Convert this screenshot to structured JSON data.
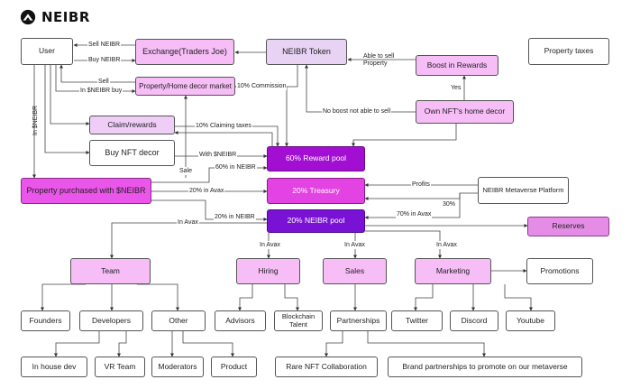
{
  "brand": {
    "name": "NEIBR",
    "logo_icon": "mountain-logo-icon"
  },
  "nodes": {
    "user": "User",
    "exchange": "Exchange(Traders Joe)",
    "neibr_token": "NEIBR Token",
    "boost_rewards": "Boost in Rewards",
    "property_taxes": "Property taxes",
    "property_market": "Property/Home decor market",
    "claim_rewards": "Claim/rewards",
    "own_nft": "Own NFT's home decor",
    "buy_nft": "Buy NFT decor",
    "reward_pool": "60% Reward pool",
    "property_purchased": "Property purchased with $NEIBR",
    "treasury": "20% Treasury",
    "metaverse": "NEIBR Metaverse Platform",
    "neibr_pool": "20% NEIBR pool",
    "reserves": "Reserves",
    "team": "Team",
    "hiring": "Hiring",
    "sales": "Sales",
    "marketing": "Marketing",
    "promotions": "Promotions",
    "founders": "Founders",
    "developers": "Developers",
    "other": "Other",
    "advisors": "Advisors",
    "blockchain_talent": "Blockchain Talent",
    "partnerships": "Partnerships",
    "twitter": "Twitter",
    "discord": "Discord",
    "youtube": "Youtube",
    "in_house_dev": "In house dev",
    "vr_team": "VR Team",
    "moderators": "Moderators",
    "product": "Product",
    "rare_nft": "Rare NFT Collaboration",
    "brand_partnerships": "Brand partnerships to promote on our metaverse"
  },
  "edges": {
    "sell_neibr": "Sell NEIBR",
    "buy_neibr": "Buy NEIBR",
    "able_to_sell": "Able to sell Property",
    "sell": "Sell",
    "in_neibr_buy": "In $NEIBR buy",
    "ten_commission": "10% Commission",
    "yes": "Yes",
    "no_boost": "No boost not able to sell",
    "ten_claiming": "10% Claiming taxes",
    "in_neibr_vertical": "In $NEIBR",
    "with_neibr": "With $NEIBR",
    "sale": "Sale",
    "sixty_in_neibr": "60% in NEIBR",
    "profits": "Profits",
    "twenty_in_avax": "20% in Avax",
    "thirty_pct": "30%",
    "seventy_in_avax": "70% in Avax",
    "twenty_in_neibr": "20% in NEIBR",
    "in_avax_team": "In Avax",
    "in_avax_hiring": "In Avax",
    "in_avax_sales": "In Avax",
    "in_avax_marketing": "In Avax"
  },
  "colors": {
    "reward_pool": "#a20fd3",
    "treasury": "#e243e2",
    "neibr_pool": "#7a12d6",
    "property_purchased": "#ea55ea",
    "reserves": "#e58de6",
    "light_pink": "#f6bdf6",
    "lavender": "#e8d3f5"
  }
}
